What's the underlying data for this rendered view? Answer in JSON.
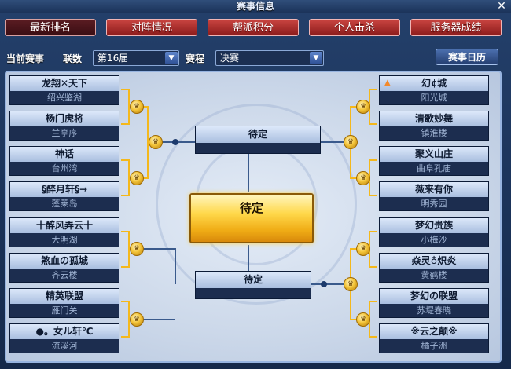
{
  "window": {
    "title": "赛事信息",
    "close_label": "✕"
  },
  "tabs": [
    {
      "label": "最新排名",
      "active": true
    },
    {
      "label": "对阵情况",
      "active": false
    },
    {
      "label": "帮派积分",
      "active": false
    },
    {
      "label": "个人击杀",
      "active": false
    },
    {
      "label": "服务器成绩",
      "active": false
    }
  ],
  "filters": {
    "current_event_label": "当前赛事",
    "league_label": "联数",
    "league_value": "第16届",
    "stage_label": "赛程",
    "stage_value": "决赛",
    "dropdown_arrow": "▼",
    "calendar_button": "赛事日历"
  },
  "bracket": {
    "left": [
      {
        "name": "龙翔✕天下",
        "server": "绍兴鉴湖"
      },
      {
        "name": "杨门虎将",
        "server": "兰亭序"
      },
      {
        "name": "神话",
        "server": "台州湾"
      },
      {
        "name": "§醉月轩§→",
        "server": "蓬莱岛"
      },
      {
        "name": "十醉风弄云十",
        "server": "大明湖"
      },
      {
        "name": "煞血の孤城",
        "server": "齐云楼"
      },
      {
        "name": "精英联盟",
        "server": "雁门关"
      },
      {
        "name": "●。女ル轩℃",
        "server": "流溪河"
      }
    ],
    "right": [
      {
        "name": "幻¢城",
        "server": "阳光城",
        "has_icon": true
      },
      {
        "name": "清歌妙舞",
        "server": "镇淮楼"
      },
      {
        "name": "聚义山庄",
        "server": "曲阜孔庙"
      },
      {
        "name": "薇来有你",
        "server": "明秀园"
      },
      {
        "name": "梦幻贵族",
        "server": "小梅沙"
      },
      {
        "name": "焱灵♁炽炎",
        "server": "黄鹤楼"
      },
      {
        "name": "梦幻の联盟",
        "server": "苏堤春晓"
      },
      {
        "name": "※云之颠※",
        "server": "橘子洲"
      }
    ],
    "semi_top": "待定",
    "semi_bottom": "待定",
    "final": "待定"
  },
  "colors": {
    "tab_red": "#b83232",
    "final_gold": "#ffd84a",
    "bracket_line": "#3a5a8c",
    "winner_line": "#f4b81c"
  }
}
